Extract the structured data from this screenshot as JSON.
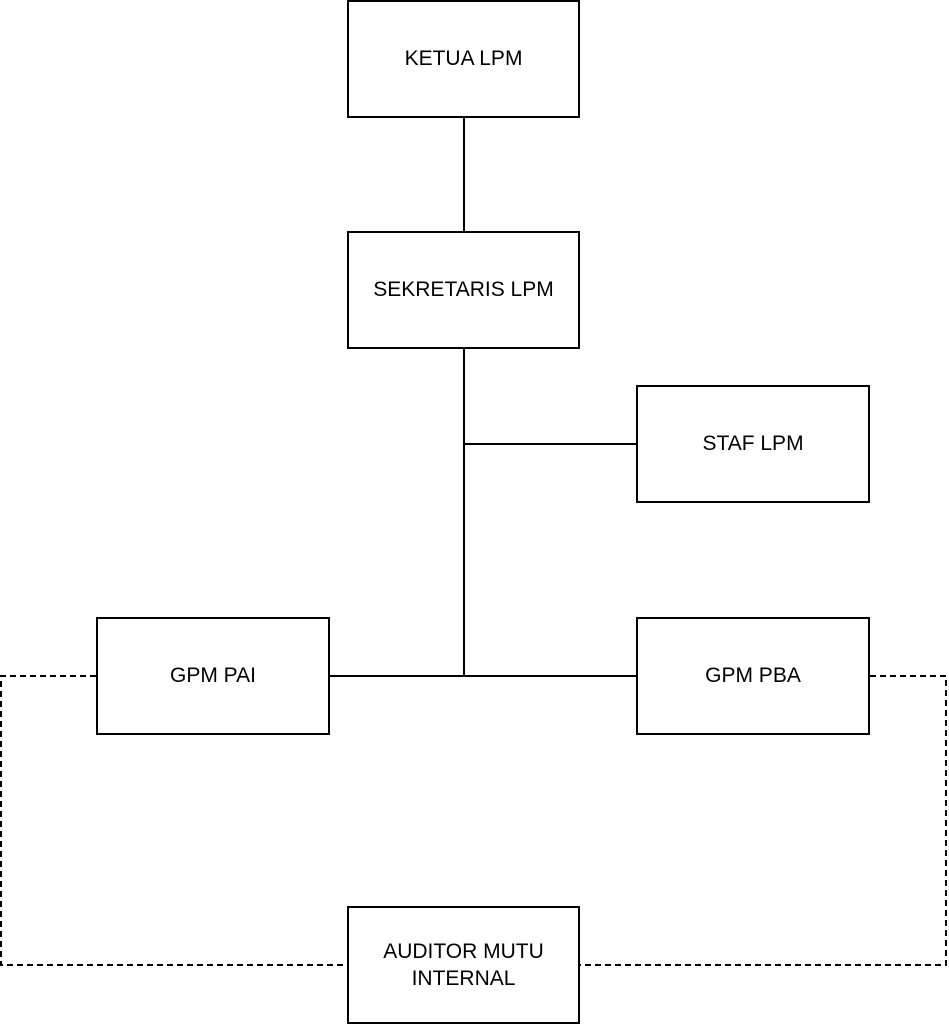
{
  "nodes": {
    "ketua": "KETUA LPM",
    "sekretaris": "SEKRETARIS LPM",
    "staf": "STAF LPM",
    "gpm_pai": "GPM PAI",
    "gpm_pba": "GPM PBA",
    "auditor": "AUDITOR MUTU INTERNAL"
  },
  "edges": [
    {
      "from": "ketua",
      "to": "sekretaris",
      "style": "solid"
    },
    {
      "from": "sekretaris",
      "to": "staf",
      "style": "solid"
    },
    {
      "from": "sekretaris",
      "to": "gpm_pai",
      "style": "solid"
    },
    {
      "from": "sekretaris",
      "to": "gpm_pba",
      "style": "solid"
    },
    {
      "from": "gpm_pai",
      "to": "auditor",
      "style": "dashed"
    },
    {
      "from": "gpm_pba",
      "to": "auditor",
      "style": "dashed"
    }
  ],
  "colors": {
    "stroke": "#000000",
    "background": "#ffffff"
  }
}
